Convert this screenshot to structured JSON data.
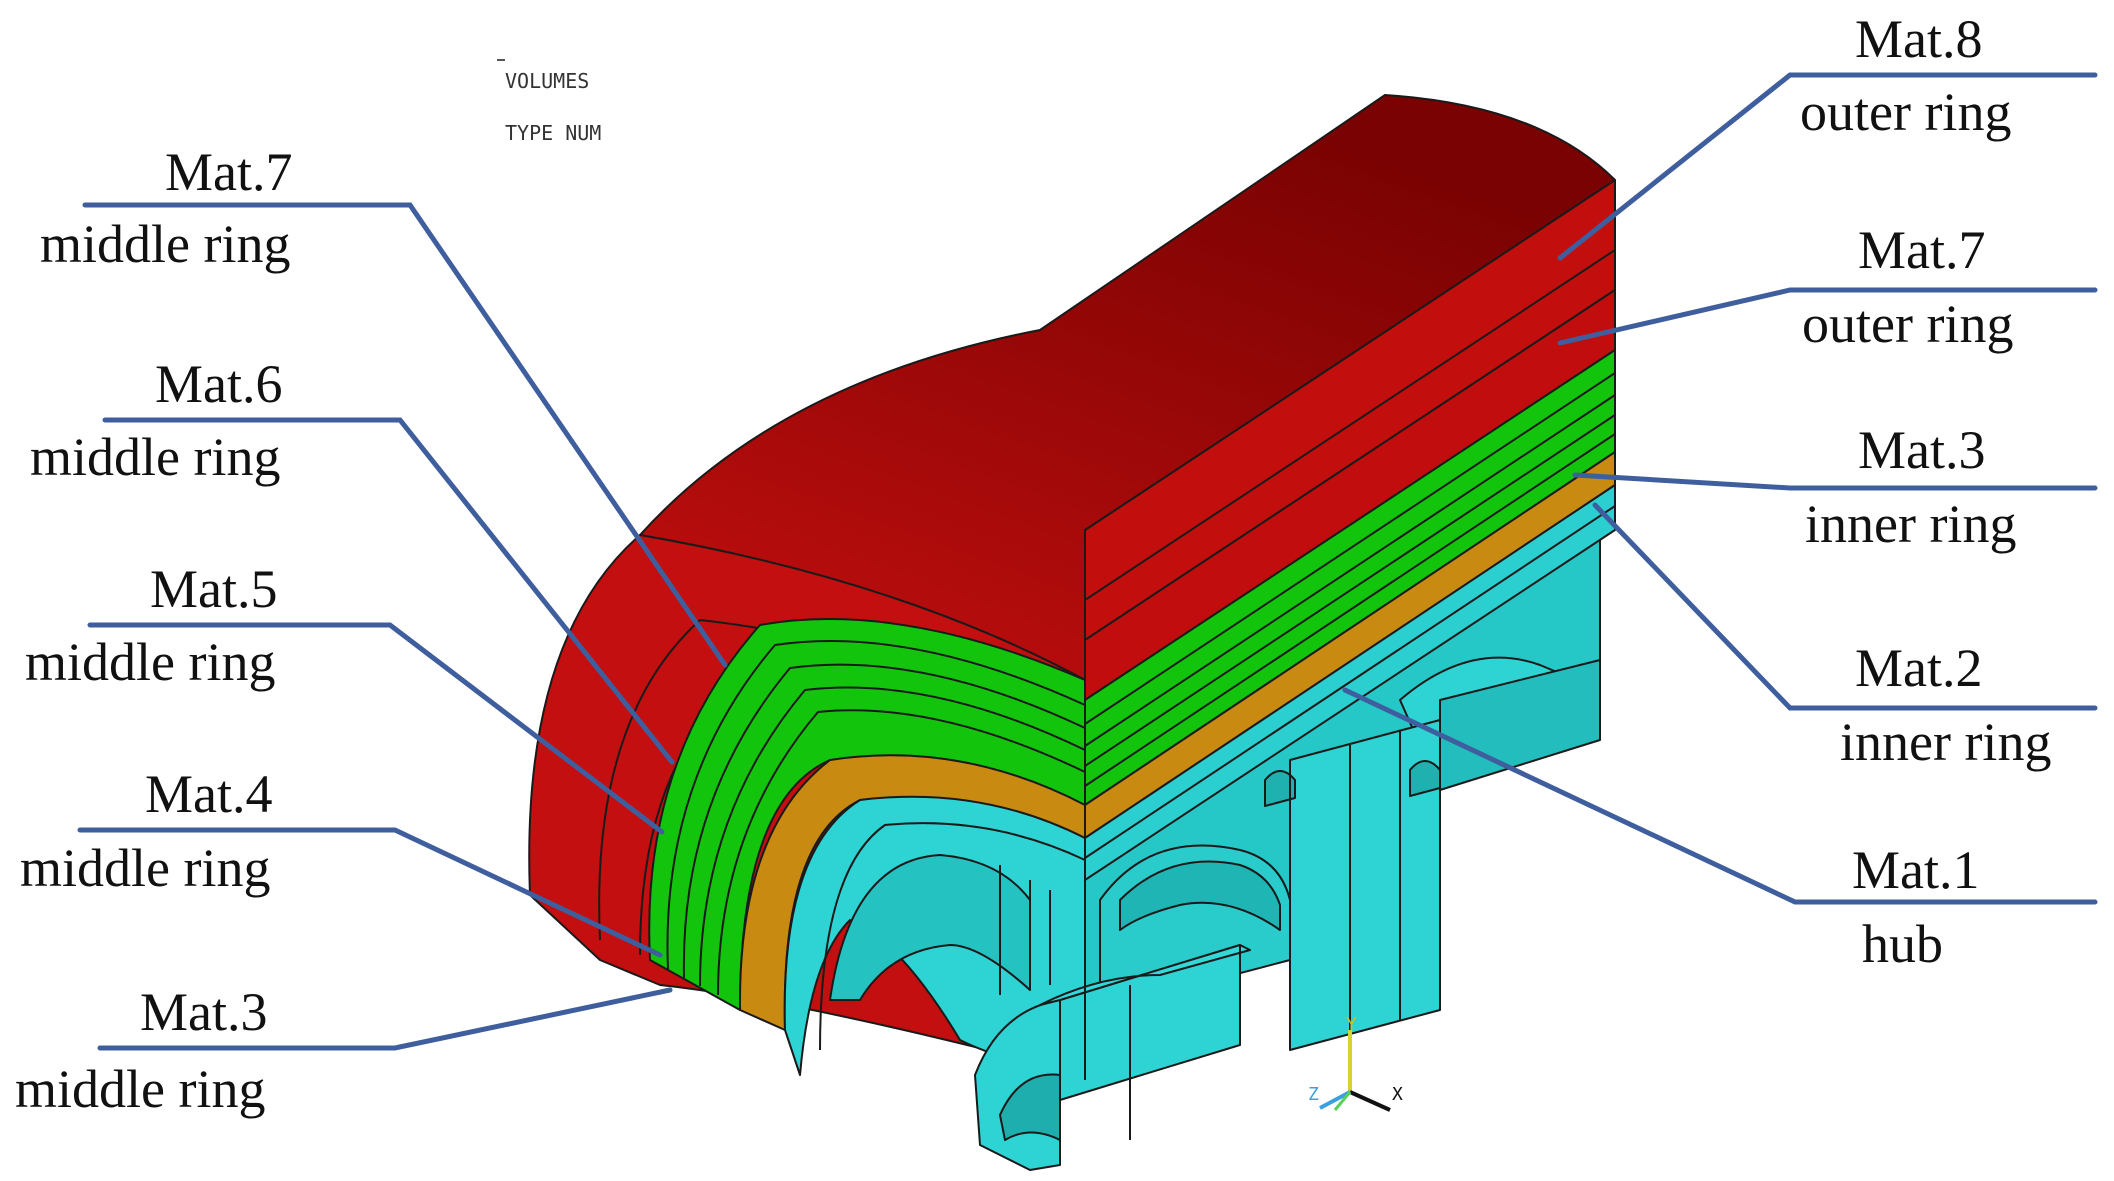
{
  "header": {
    "line1": "VOLUMES",
    "line2": "TYPE NUM"
  },
  "colors": {
    "outer_ring": "#c20d0d",
    "outer_ring_dark": "#7e0303",
    "middle_ring": "#11c30c",
    "inner_ring": "#c98a12",
    "hub": "#2ad1d1",
    "leader_line": "#3f5e9e"
  },
  "labels_left": [
    {
      "mat": "Mat.7",
      "part": "middle ring"
    },
    {
      "mat": "Mat.6",
      "part": "middle ring"
    },
    {
      "mat": "Mat.5",
      "part": "middle ring"
    },
    {
      "mat": "Mat.4",
      "part": "middle ring"
    },
    {
      "mat": "Mat.3",
      "part": "middle ring"
    }
  ],
  "labels_right": [
    {
      "mat": "Mat.8",
      "part": "outer ring"
    },
    {
      "mat": "Mat.7",
      "part": "outer ring"
    },
    {
      "mat": "Mat.3",
      "part": "inner ring"
    },
    {
      "mat": "Mat.2",
      "part": "inner ring"
    },
    {
      "mat": "Mat.1",
      "part": "hub"
    }
  ],
  "axis": {
    "y": "Y",
    "z": "Z",
    "x": "X"
  }
}
